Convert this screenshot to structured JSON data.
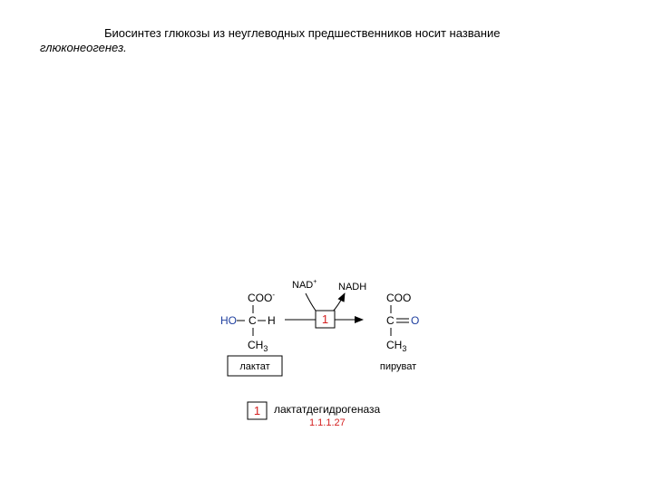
{
  "intro": {
    "sentence": "Биосинтез глюкозы из неуглеводных предшественников носит название",
    "term": "глюконеогенез."
  },
  "reaction": {
    "cofactor_in": "NAD",
    "cofactor_in_charge": "+",
    "cofactor_out": "NADH",
    "substrate": {
      "top_group": "COO",
      "top_charge": "-",
      "hydroxyl": "HO",
      "carbon": "C",
      "hydrogen": "H",
      "methyl": "CH",
      "methyl_sub": "3",
      "name": "лактат"
    },
    "product": {
      "top_group": "COO",
      "carbon": "C",
      "oxygen": "O",
      "methyl": "CH",
      "methyl_sub": "3",
      "name": "пируват"
    },
    "enzyme_number": "1"
  },
  "legend": {
    "number": "1",
    "enzyme_name": "лактатдегидрогеназа",
    "ec_number": "1.1.1.27"
  },
  "colors": {
    "text": "#000000",
    "hydroxyl_blue": "#1f3f9f",
    "oxygen_blue": "#1f3f9f",
    "enzyme_red": "#d42020",
    "box_border": "#000000"
  }
}
